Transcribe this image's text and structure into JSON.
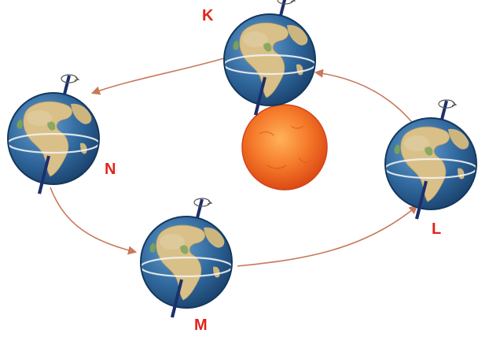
{
  "diagram": {
    "colors": {
      "label": "#e2231a",
      "orbit": "#c8795a",
      "sun_inner": "#ff9a3c",
      "sun_outer": "#e8531a",
      "ocean_light": "#4f86b8",
      "ocean_dark": "#1f4f7e",
      "land": "#d8c08a",
      "axis": "#1d2f6b"
    },
    "labels": {
      "k": "K",
      "n": "N",
      "m": "M",
      "l": "L"
    },
    "icons": {
      "sun": "sun-icon",
      "earth": "earth-globe-icon",
      "spin": "rotation-arrow-icon"
    }
  }
}
